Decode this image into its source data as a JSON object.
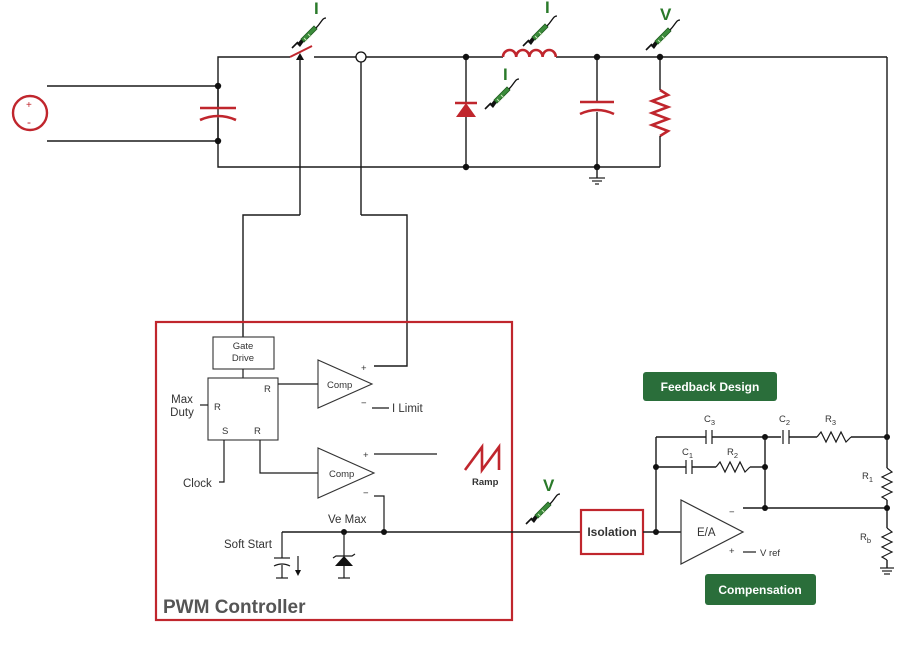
{
  "colors": {
    "accent_red": "#c0262d",
    "button_green": "#2a6e3a",
    "probe_green": "#2a7a2a",
    "wire": "#1a1a1a"
  },
  "power_stage": {
    "source_plus": "+",
    "source_minus": "-"
  },
  "probes": {
    "switch_current": "I",
    "inductor_current": "I",
    "diode_current": "I",
    "output_voltage": "V",
    "control_voltage": "V"
  },
  "pwm_controller": {
    "title": "PWM Controller",
    "gate_drive_line1": "Gate",
    "gate_drive_line2": "Drive",
    "max_duty_line1": "Max",
    "max_duty_line2": "Duty",
    "latch_r_top": "R",
    "latch_r_left": "R",
    "latch_s": "S",
    "latch_r_bottom": "R",
    "comp_top": "Comp",
    "comp_bottom": "Comp",
    "plus": "+",
    "minus": "−",
    "i_limit": "I Limit",
    "clock": "Clock",
    "ramp": "Ramp",
    "ve_max": "Ve Max",
    "soft_start": "Soft Start"
  },
  "feedback": {
    "isolation": "Isolation",
    "feedback_design_button": "Feedback Design",
    "compensation_button": "Compensation",
    "ea_label": "E/A",
    "ea_minus": "−",
    "ea_plus": "+",
    "vref": "V ref",
    "c1": "C",
    "c1_sub": "1",
    "c2": "C",
    "c2_sub": "2",
    "c3": "C",
    "c3_sub": "3",
    "r1": "R",
    "r1_sub": "1",
    "r2": "R",
    "r2_sub": "2",
    "r3": "R",
    "r3_sub": "3",
    "rb": "R",
    "rb_sub": "b"
  }
}
